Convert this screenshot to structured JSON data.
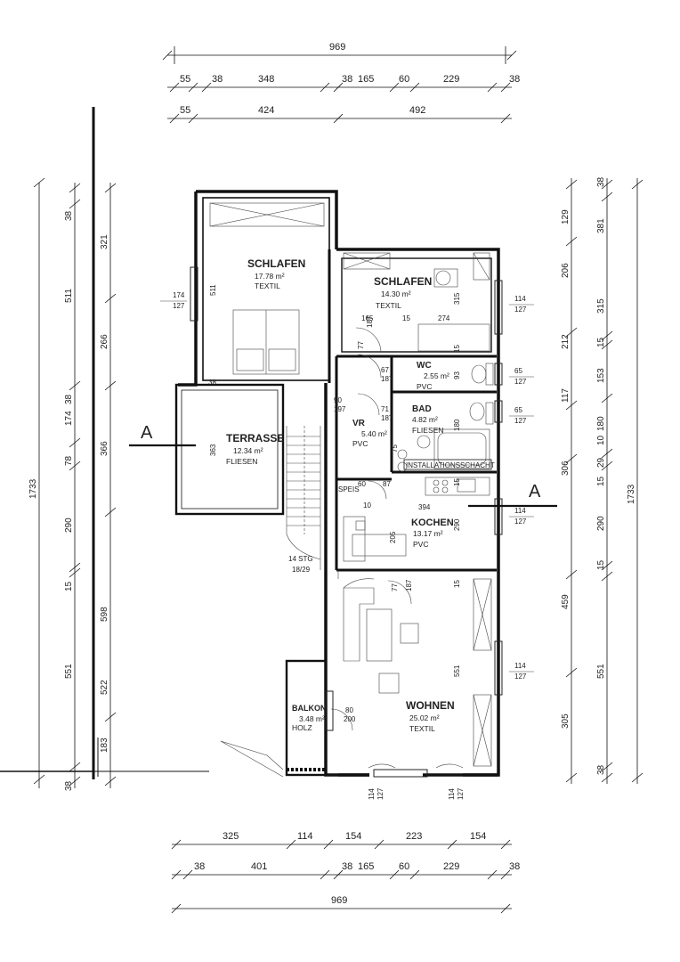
{
  "rooms": {
    "schlafen_1": {
      "name": "SCHLAFEN",
      "area": "17.78 m²",
      "floor": "TEXTIL"
    },
    "schlafen_2": {
      "name": "SCHLAFEN",
      "area": "14.30 m²",
      "floor": "TEXTIL"
    },
    "wc": {
      "name": "WC",
      "area": "2.55 m²",
      "floor": "PVC"
    },
    "bad": {
      "name": "BAD",
      "area": "4.82 m²",
      "floor": "FLIESEN"
    },
    "vr": {
      "name": "VR",
      "area": "5.40 m²",
      "floor": "PVC"
    },
    "terrasse": {
      "name": "TERRASSE",
      "area": "12.34 m²",
      "floor": "FLIESEN"
    },
    "kochen": {
      "name": "KOCHEN",
      "area": "13.17 m²",
      "floor": "PVC"
    },
    "wohnen": {
      "name": "WOHNEN",
      "area": "25.02 m²",
      "floor": "TEXTIL"
    },
    "balkon": {
      "name": "BALKON",
      "area": "3.48 m²",
      "floor": "HOLZ"
    }
  },
  "labels": {
    "section_left": "A",
    "section_right": "A",
    "installationsschacht": "INSTALLATIONSSCHACHT",
    "speis": "SPEIS",
    "stair_line1": "14 STG",
    "stair_line2": "18/29"
  },
  "dims_top": {
    "total": "969",
    "row2": [
      "55",
      "38",
      "348",
      "38",
      "165",
      "60",
      "229",
      "38"
    ],
    "row3": [
      "55",
      "424",
      "492"
    ]
  },
  "dims_bottom": {
    "row1": [
      "325",
      "114",
      "154",
      "223",
      "154"
    ],
    "row2": [
      "38",
      "401",
      "38",
      "165",
      "60",
      "229",
      "38"
    ],
    "total": "969"
  },
  "dims_left": {
    "total": "1733",
    "outer": [
      "38",
      "511",
      "174",
      "38",
      "78",
      "290",
      "15",
      "551",
      "38"
    ],
    "inner": [
      "321",
      "266",
      "366",
      "598",
      "522",
      "183"
    ]
  },
  "dims_right": {
    "total": "1733",
    "outer": [
      "38",
      "381",
      "15",
      "153",
      "180",
      "10",
      "29",
      "15",
      "290",
      "15",
      "551",
      "38"
    ],
    "inner": [
      "129",
      "206",
      "315",
      "212",
      "117",
      "306",
      "459",
      "305"
    ]
  },
  "openings": {
    "schlafen1_window": {
      "w": "174",
      "h": "127"
    },
    "schlafen2_window": {
      "w": "114",
      "h": "127"
    },
    "wc_window": {
      "w": "65",
      "h": "127"
    },
    "bad_window": {
      "w": "65",
      "h": "127"
    },
    "kochen_window": {
      "w": "114",
      "h": "127"
    },
    "wohnen_window_right": {
      "w": "114",
      "h": "127"
    },
    "wohnen_window_bottom": {
      "w": "114",
      "h": "127"
    },
    "balkon_door": {
      "w": "80",
      "h": "200"
    }
  },
  "inner_dims": {
    "schlafen1_height": "511",
    "schlafen2_height": "315",
    "schlafen2_w1": "165",
    "schlafen2_w2": "15",
    "schlafen2_w3": "274",
    "wc_d1": "15",
    "wc_d2": "93",
    "bad_d": "180",
    "terrasse_h": "363",
    "kochen_h": "290",
    "kochen_w": "394",
    "kochen_205": "205",
    "wohnen_h": "551",
    "door_77": "77",
    "door_187": "187",
    "door_67": "67",
    "door_71": "71",
    "door_90": "90",
    "door_197": "197",
    "wall_38": "38",
    "num_10": "10",
    "num_15": "15",
    "num_75": "75",
    "num_60": "60",
    "num_87": "87"
  }
}
